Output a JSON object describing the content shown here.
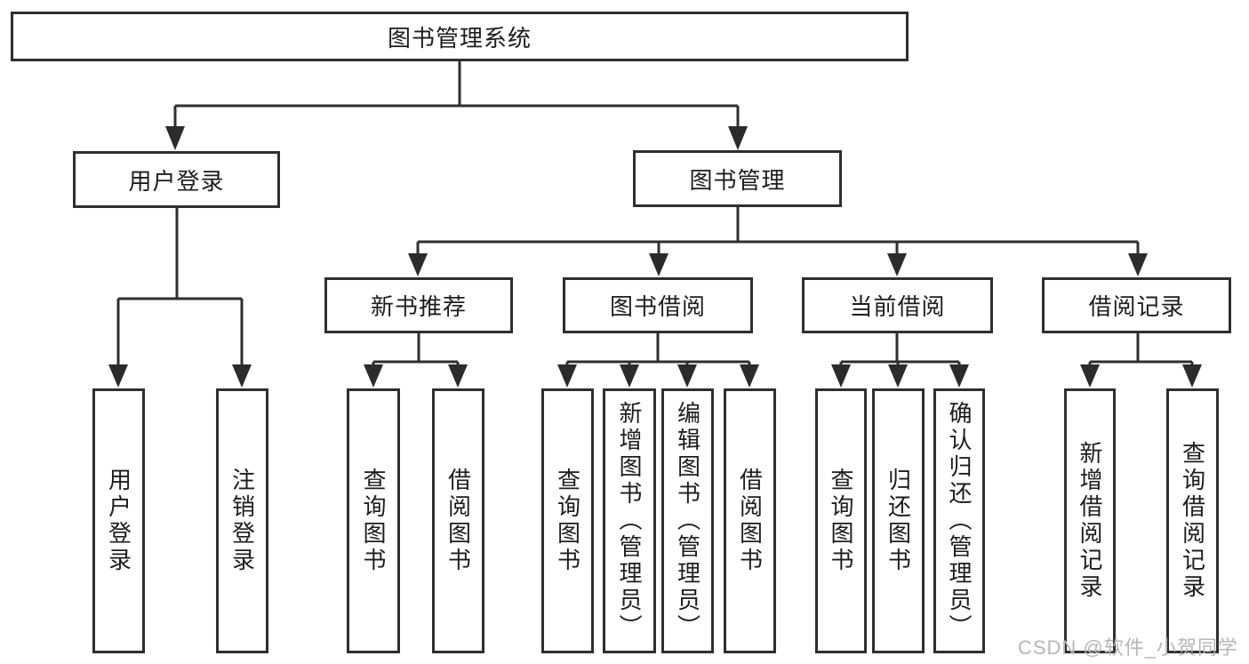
{
  "diagram_title": "图书管理系统",
  "tree": {
    "label": "图书管理系统",
    "children": [
      {
        "label": "用户登录",
        "children": [
          {
            "label": "用户登录"
          },
          {
            "label": "注销登录"
          }
        ]
      },
      {
        "label": "图书管理",
        "children": [
          {
            "label": "新书推荐",
            "children": [
              {
                "label": "查询图书"
              },
              {
                "label": "借阅图书"
              }
            ]
          },
          {
            "label": "图书借阅",
            "children": [
              {
                "label": "查询图书"
              },
              {
                "label": "新增图书（管理员）"
              },
              {
                "label": "编辑图书（管理员）"
              },
              {
                "label": "借阅图书"
              }
            ]
          },
          {
            "label": "当前借阅",
            "children": [
              {
                "label": "查询图书"
              },
              {
                "label": "归还图书"
              },
              {
                "label": "确认归还（管理员）"
              }
            ]
          },
          {
            "label": "借阅记录",
            "children": [
              {
                "label": "新增借阅记录"
              },
              {
                "label": "查询借阅记录"
              }
            ]
          }
        ]
      }
    ]
  },
  "watermark": {
    "text": "CSDN @软件_小贺同学"
  },
  "colors": {
    "border": "#2f2f2f",
    "text": "#1d1d1d",
    "arrow": "#2b2b2b",
    "watermark": "#b7b7b7",
    "background": "#ffffff"
  }
}
